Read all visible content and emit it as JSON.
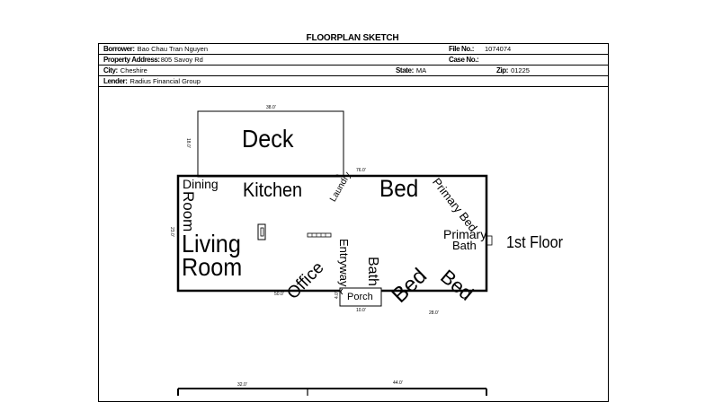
{
  "page_title": "FLOORPLAN SKETCH",
  "header": {
    "borrower_label": "Borrower:",
    "borrower": "Bao Chau Tran Nguyen",
    "file_no_label": "File No.:",
    "file_no": "1074074",
    "address_label": "Property Address:",
    "address": "805 Savoy Rd",
    "case_no_label": "Case No.:",
    "case_no": "",
    "city_label": "City:",
    "city": "Cheshire",
    "state_label": "State:",
    "state": "MA",
    "zip_label": "Zip:",
    "zip": "01225",
    "lender_label": "Lender:",
    "lender": "Radius Financial Group"
  },
  "sketch": {
    "floor_label": "1st Floor",
    "rooms": {
      "deck": "Deck",
      "dining": "Dining",
      "dining_room": "Room",
      "kitchen": "Kitchen",
      "laundry": "Laundry",
      "bed1": "Bed",
      "primary_bed": "Primary Bed",
      "living": "Living",
      "living_room": "Room",
      "office": "Office",
      "entryway": "Entryway",
      "bath": "Bath",
      "primary": "Primary",
      "primary_bath": "Bath",
      "bed2": "Bed",
      "bed3": "Bed",
      "porch": "Porch"
    },
    "dims": {
      "deck_top": "38.0'",
      "deck_side": "18.0'",
      "top_right": "76.0'",
      "left_side": "23.0'",
      "bottom_left": "50.0'",
      "porch_side": "4.0'",
      "porch_bottom": "10.0'",
      "bottom_right": "28.0'",
      "lower_left": "32.0'",
      "lower_right": "44.0'"
    }
  }
}
